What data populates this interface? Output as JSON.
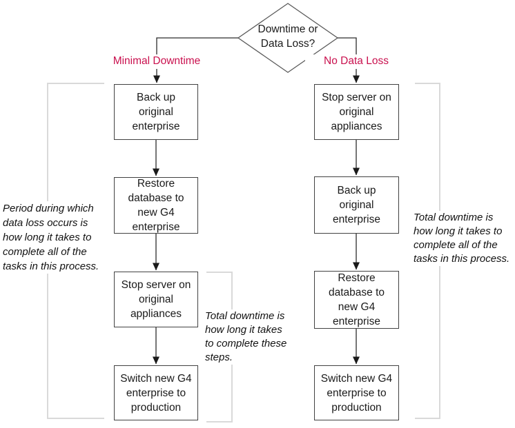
{
  "decision": {
    "label": "Downtime or\nData Loss?"
  },
  "branches": {
    "left": "Minimal Downtime",
    "right": "No Data Loss"
  },
  "left_flow": {
    "steps": [
      "Back up\noriginal\nenterprise",
      "Restore\ndatabase to\nnew G4\nenterprise",
      "Stop server on\noriginal\nappliances",
      "Switch new G4\nenterprise to\nproduction"
    ]
  },
  "right_flow": {
    "steps": [
      "Stop server on\noriginal\nappliances",
      "Back up\noriginal\nenterprise",
      "Restore\ndatabase to\nnew G4\nenterprise",
      "Switch new G4\nenterprise to\nproduction"
    ]
  },
  "annotations": {
    "left": "Period during which\ndata loss occurs is\nhow long it takes to\ncomplete all of the\ntasks in this process.",
    "middle": "Total downtime is\nhow long it takes\nto complete these\nsteps.",
    "right": "Total downtime is\nhow long it takes to\ncomplete all of the\ntasks in this process."
  },
  "colors": {
    "branch_label": "#C9104E",
    "box_border": "#404040",
    "connector": "#2b2b2b",
    "diamond_border": "#595959",
    "bracket": "#D9D9D9"
  }
}
